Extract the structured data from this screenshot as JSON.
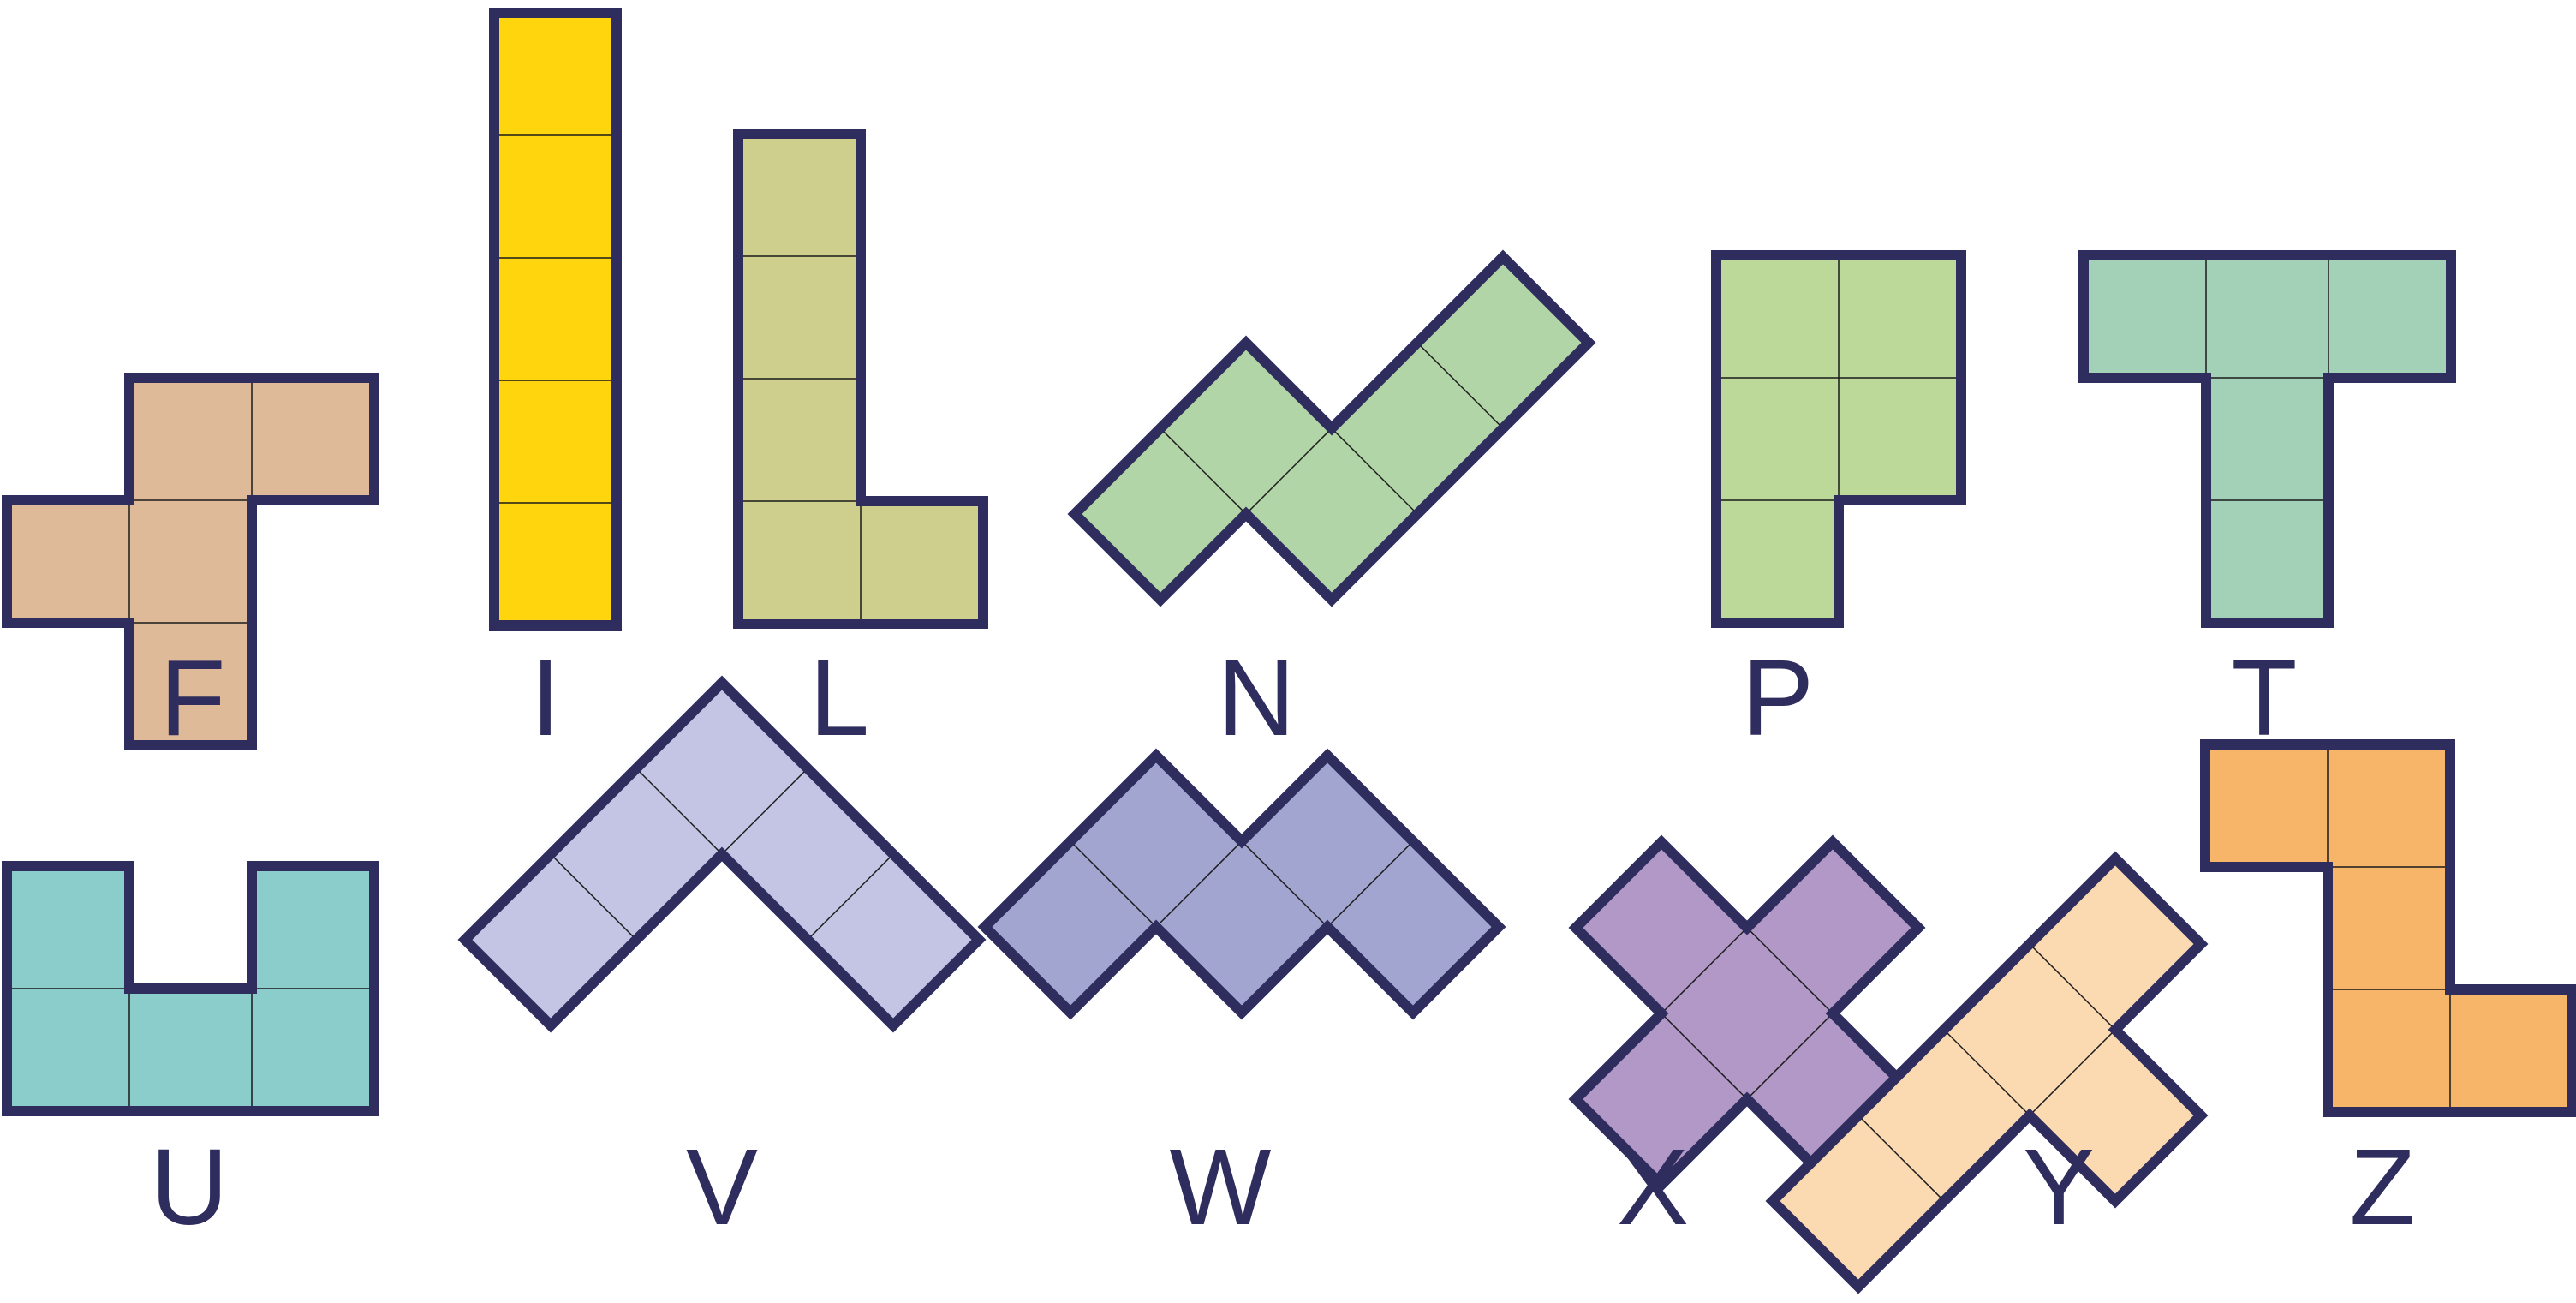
{
  "outline_color": "#2e2d5e",
  "grid_line_color": "#1a1a1a",
  "pieces": [
    {
      "key": "f",
      "label": "F",
      "fill": "#dfba98"
    },
    {
      "key": "i",
      "label": "I",
      "fill": "#ffd60e"
    },
    {
      "key": "l",
      "label": "L",
      "fill": "#cfcf8d"
    },
    {
      "key": "n",
      "label": "N",
      "fill": "#b1d5a6"
    },
    {
      "key": "p",
      "label": "P",
      "fill": "#bcd99a"
    },
    {
      "key": "t",
      "label": "T",
      "fill": "#a3d1b7"
    },
    {
      "key": "u",
      "label": "U",
      "fill": "#8acdcb"
    },
    {
      "key": "v",
      "label": "V",
      "fill": "#c4c5e4"
    },
    {
      "key": "w",
      "label": "W",
      "fill": "#a3a5d1"
    },
    {
      "key": "x",
      "label": "X",
      "fill": "#b298c7"
    },
    {
      "key": "y",
      "label": "Y",
      "fill": "#fbdab1"
    },
    {
      "key": "z",
      "label": "Z",
      "fill": "#f7b569"
    }
  ]
}
